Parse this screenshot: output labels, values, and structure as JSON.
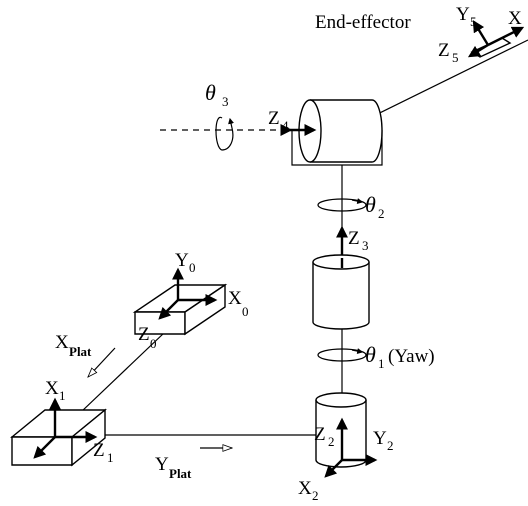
{
  "labels": {
    "end_effector": "End-effector",
    "theta1": "θ",
    "theta1_sub": "1",
    "theta1_note": "(Yaw)",
    "theta2": "θ",
    "theta2_sub": "2",
    "theta3": "θ",
    "theta3_sub": "3",
    "x0": "X",
    "x0_sub": "0",
    "y0": "Y",
    "y0_sub": "0",
    "z0": "Z",
    "z0_sub": "0",
    "x1": "X",
    "x1_sub": "1",
    "z1": "Z",
    "z1_sub": "1",
    "x2": "X",
    "x2_sub": "2",
    "y2": "Y",
    "y2_sub": "2",
    "z2": "Z",
    "z2_sub": "2",
    "z3": "Z",
    "z3_sub": "3",
    "z4": "Z",
    "z4_sub": "4",
    "x5": "X",
    "y5": "Y",
    "y5_sub": "5",
    "z5": "Z",
    "z5_sub": "5",
    "xplat": "X",
    "xplat_sub": "Plat",
    "yplat": "Y",
    "yplat_sub": "Plat"
  }
}
